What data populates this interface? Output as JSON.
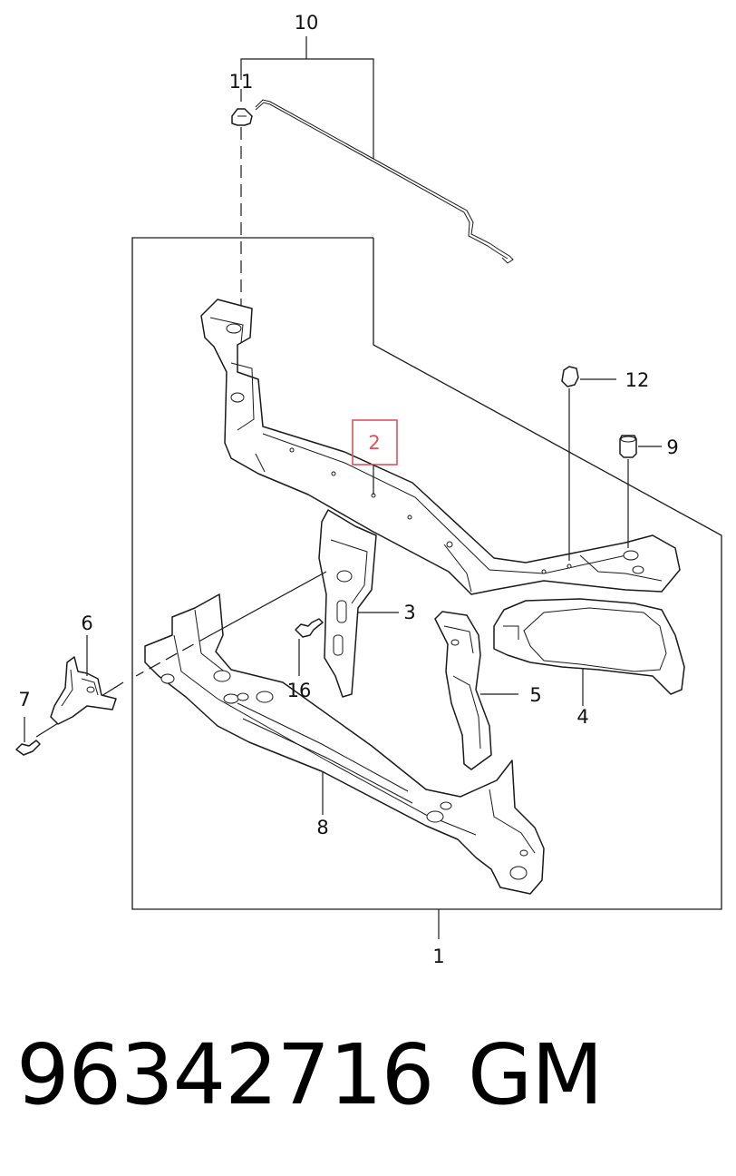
{
  "callouts": {
    "c1": "1",
    "c2": "2",
    "c3": "3",
    "c4": "4",
    "c5": "5",
    "c6": "6",
    "c7": "7",
    "c8": "8",
    "c9": "9",
    "c10": "10",
    "c11": "11",
    "c12": "12",
    "c16": "16"
  },
  "highlight": {
    "callout": "2",
    "color": "#e0525a"
  },
  "footer": {
    "part_number": "96342716",
    "brand": "GM"
  }
}
